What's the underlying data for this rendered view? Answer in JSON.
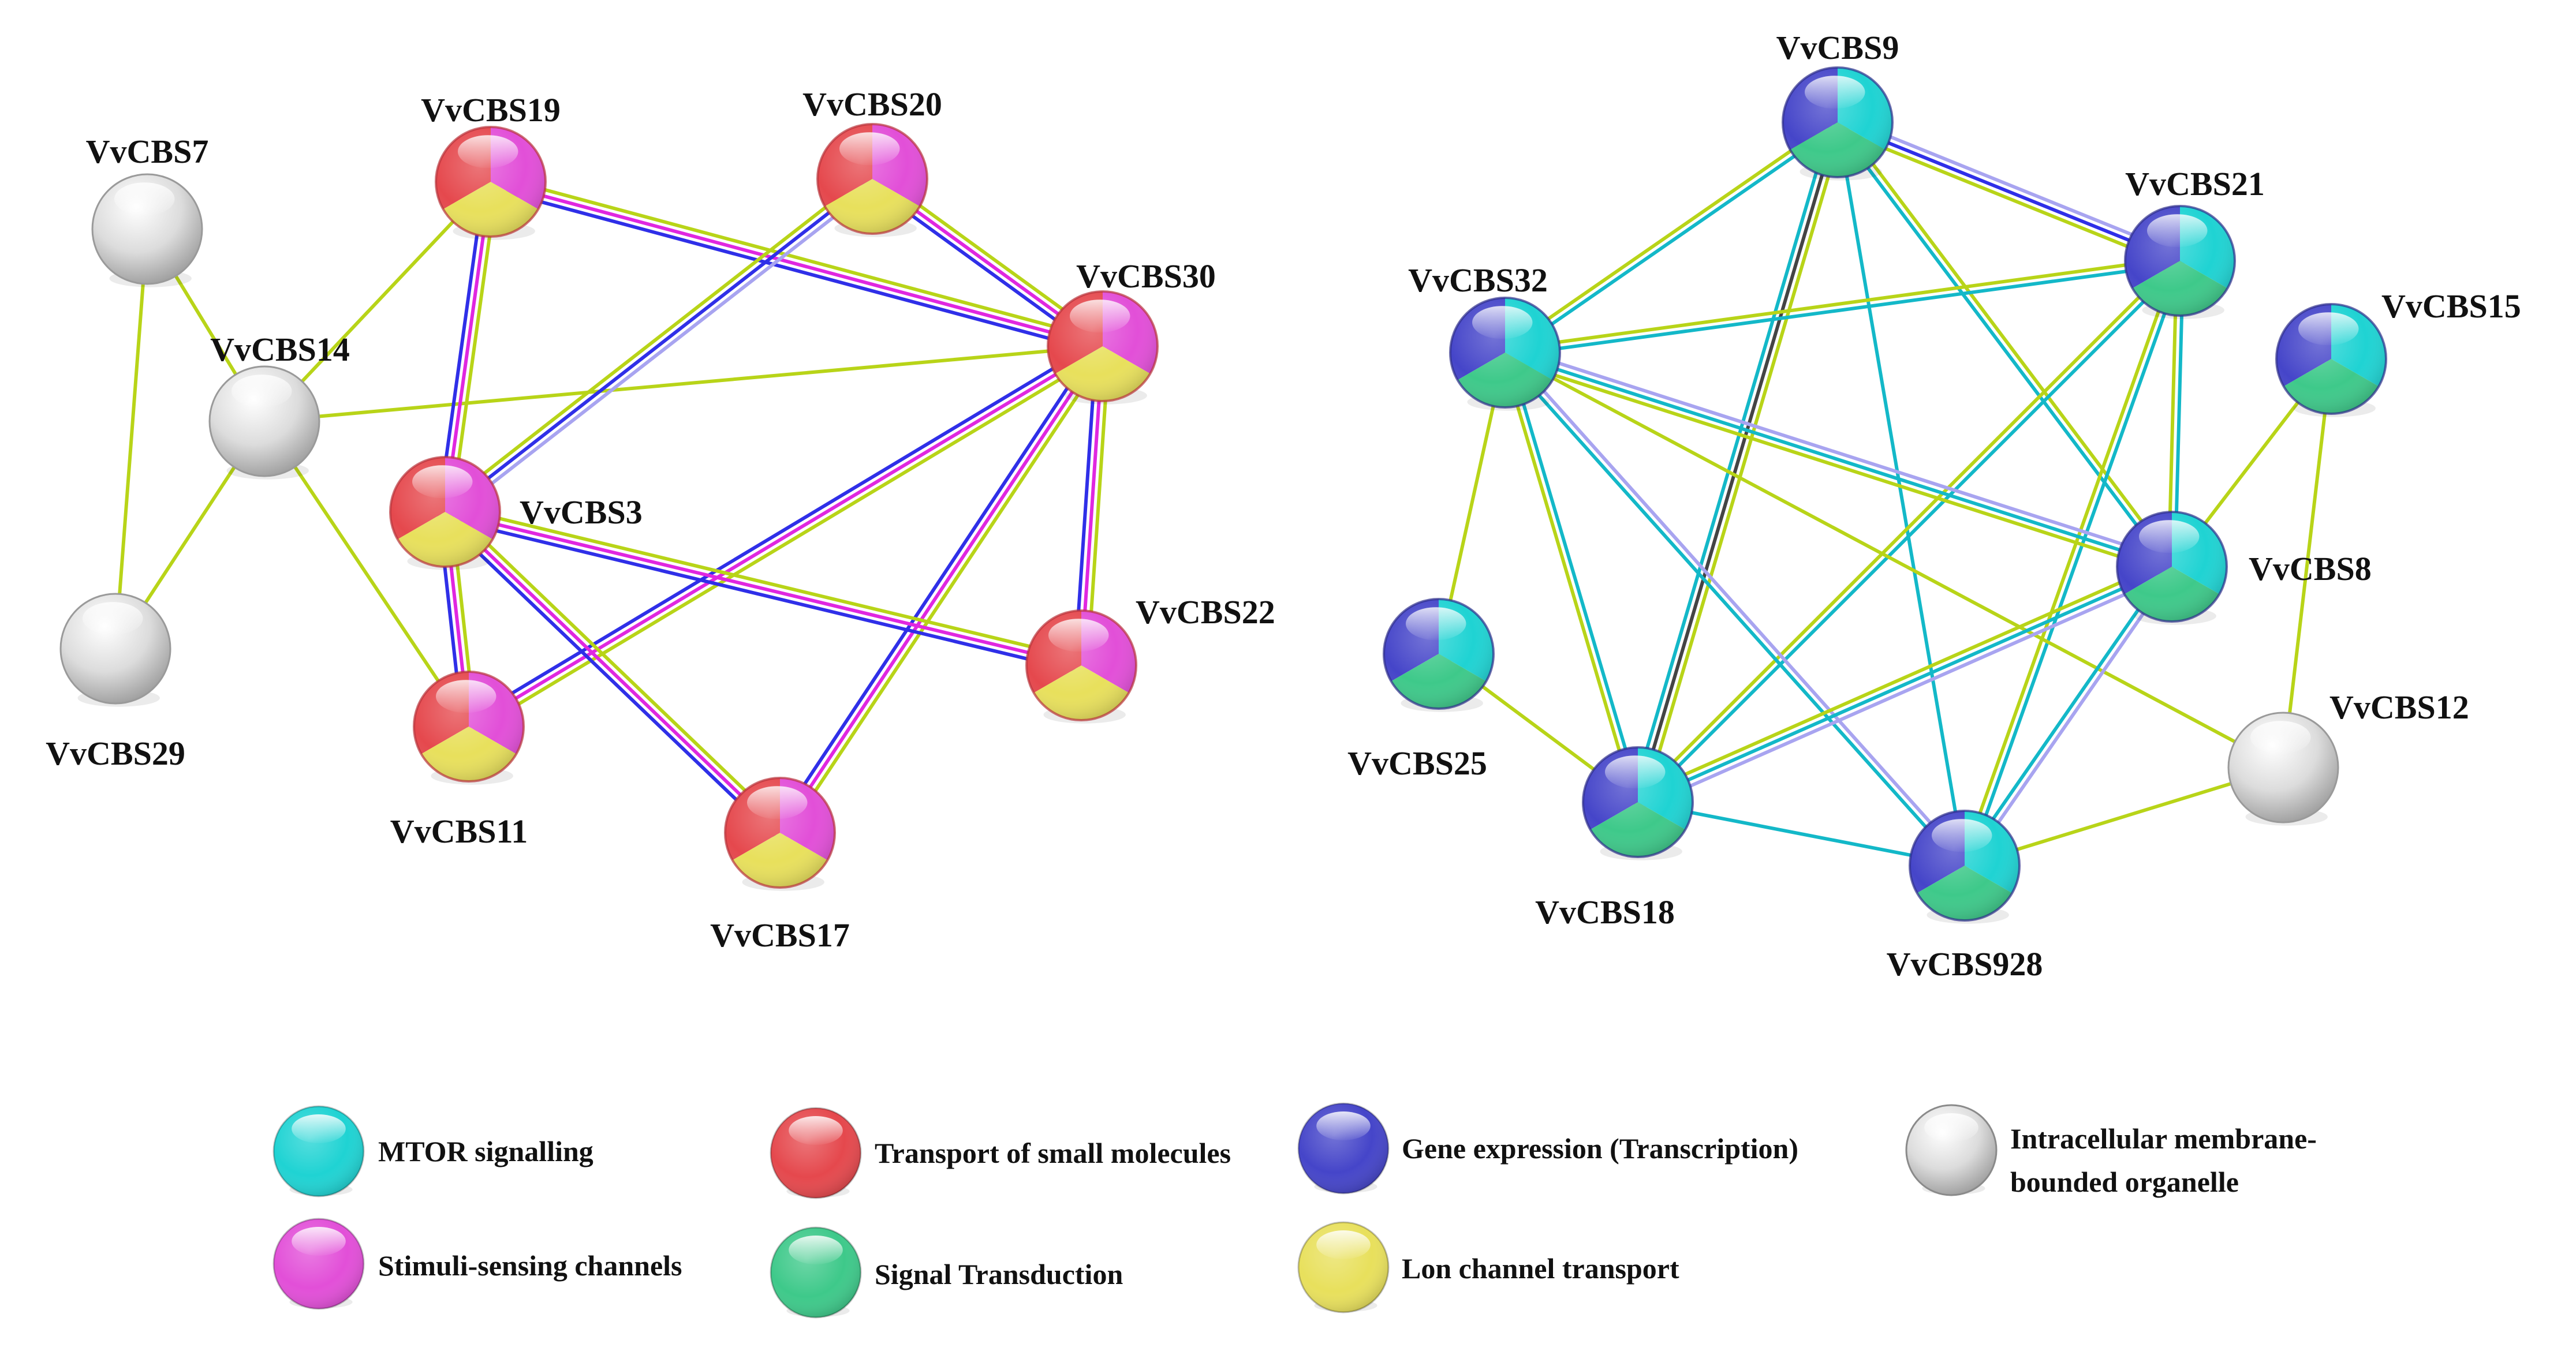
{
  "colors": {
    "mtor": "#1fd3d3",
    "transport": "#e5484d",
    "gene": "#4545c9",
    "organelle": "#d2d2d2",
    "stimuli": "#e24fd8",
    "signal": "#3ec98a",
    "ion": "#e8e05c",
    "edge_yellow_green": "#b8d418",
    "edge_blue": "#2f2fe8",
    "edge_magenta": "#e027e0",
    "edge_cyan": "#13b8c8",
    "edge_lavender": "#a8a4f0",
    "edge_dark": "#444444"
  },
  "network_left": {
    "nodes": [
      {
        "id": "VvCBS7",
        "label": "VvCBS7",
        "type": "gray"
      },
      {
        "id": "VvCBS19",
        "label": "VvCBS19",
        "type": "rmy"
      },
      {
        "id": "VvCBS20",
        "label": "VvCBS20",
        "type": "rmy"
      },
      {
        "id": "VvCBS14",
        "label": "VvCBS14",
        "type": "gray"
      },
      {
        "id": "VvCBS30",
        "label": "VvCBS30",
        "type": "rmy"
      },
      {
        "id": "VvCBS3",
        "label": "VvCBS3",
        "type": "rmy"
      },
      {
        "id": "VvCBS29",
        "label": "VvCBS29",
        "type": "gray"
      },
      {
        "id": "VvCBS22",
        "label": "VvCBS22",
        "type": "rmy"
      },
      {
        "id": "VvCBS11",
        "label": "VvCBS11",
        "type": "rmy"
      },
      {
        "id": "VvCBS17",
        "label": "VvCBS17",
        "type": "rmy"
      }
    ],
    "edges": [
      {
        "source": "VvCBS7",
        "target": "VvCBS14",
        "kinds": [
          "yellow_green"
        ]
      },
      {
        "source": "VvCBS7",
        "target": "VvCBS29",
        "kinds": [
          "yellow_green"
        ]
      },
      {
        "source": "VvCBS14",
        "target": "VvCBS29",
        "kinds": [
          "yellow_green"
        ]
      },
      {
        "source": "VvCBS14",
        "target": "VvCBS19",
        "kinds": [
          "yellow_green"
        ]
      },
      {
        "source": "VvCBS14",
        "target": "VvCBS30",
        "kinds": [
          "yellow_green"
        ]
      },
      {
        "source": "VvCBS14",
        "target": "VvCBS11",
        "kinds": [
          "yellow_green"
        ]
      },
      {
        "source": "VvCBS19",
        "target": "VvCBS3",
        "kinds": [
          "yellow_green",
          "magenta",
          "blue"
        ]
      },
      {
        "source": "VvCBS19",
        "target": "VvCBS30",
        "kinds": [
          "yellow_green",
          "magenta",
          "blue"
        ]
      },
      {
        "source": "VvCBS20",
        "target": "VvCBS30",
        "kinds": [
          "yellow_green",
          "magenta",
          "blue"
        ]
      },
      {
        "source": "VvCBS20",
        "target": "VvCBS3",
        "kinds": [
          "lavender",
          "blue",
          "yellow_green"
        ]
      },
      {
        "source": "VvCBS30",
        "target": "VvCBS11",
        "kinds": [
          "yellow_green",
          "magenta",
          "blue"
        ]
      },
      {
        "source": "VvCBS30",
        "target": "VvCBS17",
        "kinds": [
          "yellow_green",
          "magenta",
          "blue"
        ]
      },
      {
        "source": "VvCBS30",
        "target": "VvCBS22",
        "kinds": [
          "yellow_green",
          "magenta",
          "blue"
        ]
      },
      {
        "source": "VvCBS3",
        "target": "VvCBS22",
        "kinds": [
          "yellow_green",
          "magenta",
          "blue"
        ]
      },
      {
        "source": "VvCBS3",
        "target": "VvCBS11",
        "kinds": [
          "yellow_green",
          "magenta",
          "blue"
        ]
      },
      {
        "source": "VvCBS3",
        "target": "VvCBS17",
        "kinds": [
          "yellow_green",
          "magenta",
          "blue"
        ]
      }
    ]
  },
  "network_right": {
    "nodes": [
      {
        "id": "VvCBS9",
        "label": "VvCBS9",
        "type": "bcg"
      },
      {
        "id": "VvCBS21",
        "label": "VvCBS21",
        "type": "bcg"
      },
      {
        "id": "VvCBS32",
        "label": "VvCBS32",
        "type": "bcg"
      },
      {
        "id": "VvCBS15",
        "label": "VvCBS15",
        "type": "bcg"
      },
      {
        "id": "VvCBS8",
        "label": "VvCBS8",
        "type": "bcg"
      },
      {
        "id": "VvCBS25",
        "label": "VvCBS25",
        "type": "bcg"
      },
      {
        "id": "VvCBS12",
        "label": "VvCBS12",
        "type": "gray"
      },
      {
        "id": "VvCBS18",
        "label": "VvCBS18",
        "type": "bcg"
      },
      {
        "id": "VvCBS928",
        "label": "VvCBS928",
        "type": "bcg"
      }
    ],
    "edges": [
      {
        "source": "VvCBS9",
        "target": "VvCBS21",
        "kinds": [
          "lavender",
          "blue",
          "yellow_green"
        ]
      },
      {
        "source": "VvCBS9",
        "target": "VvCBS32",
        "kinds": [
          "cyan",
          "yellow_green"
        ]
      },
      {
        "source": "VvCBS9",
        "target": "VvCBS18",
        "kinds": [
          "yellow_green",
          "dark",
          "cyan"
        ]
      },
      {
        "source": "VvCBS9",
        "target": "VvCBS928",
        "kinds": [
          "cyan"
        ]
      },
      {
        "source": "VvCBS9",
        "target": "VvCBS8",
        "kinds": [
          "yellow_green",
          "cyan"
        ]
      },
      {
        "source": "VvCBS21",
        "target": "VvCBS32",
        "kinds": [
          "cyan",
          "yellow_green"
        ]
      },
      {
        "source": "VvCBS21",
        "target": "VvCBS18",
        "kinds": [
          "cyan",
          "yellow_green"
        ]
      },
      {
        "source": "VvCBS21",
        "target": "VvCBS928",
        "kinds": [
          "cyan",
          "yellow_green"
        ]
      },
      {
        "source": "VvCBS21",
        "target": "VvCBS8",
        "kinds": [
          "cyan",
          "yellow_green"
        ]
      },
      {
        "source": "VvCBS32",
        "target": "VvCBS8",
        "kinds": [
          "lavender",
          "cyan",
          "yellow_green"
        ]
      },
      {
        "source": "VvCBS32",
        "target": "VvCBS25",
        "kinds": [
          "yellow_green"
        ]
      },
      {
        "source": "VvCBS32",
        "target": "VvCBS18",
        "kinds": [
          "cyan",
          "yellow_green"
        ]
      },
      {
        "source": "VvCBS32",
        "target": "VvCBS928",
        "kinds": [
          "lavender",
          "cyan"
        ]
      },
      {
        "source": "VvCBS32",
        "target": "VvCBS12",
        "kinds": [
          "yellow_green"
        ]
      },
      {
        "source": "VvCBS8",
        "target": "VvCBS18",
        "kinds": [
          "lavender",
          "cyan",
          "yellow_green"
        ]
      },
      {
        "source": "VvCBS8",
        "target": "VvCBS928",
        "kinds": [
          "lavender",
          "cyan"
        ]
      },
      {
        "source": "VvCBS8",
        "target": "VvCBS15",
        "kinds": [
          "yellow_green"
        ]
      },
      {
        "source": "VvCBS15",
        "target": "VvCBS12",
        "kinds": [
          "yellow_green"
        ]
      },
      {
        "source": "VvCBS25",
        "target": "VvCBS18",
        "kinds": [
          "yellow_green"
        ]
      },
      {
        "source": "VvCBS18",
        "target": "VvCBS928",
        "kinds": [
          "cyan"
        ]
      },
      {
        "source": "VvCBS928",
        "target": "VvCBS12",
        "kinds": [
          "yellow_green"
        ]
      }
    ]
  },
  "legend": [
    {
      "key": "mtor",
      "label": "MTOR signalling",
      "color": "#1fd3d3"
    },
    {
      "key": "transport",
      "label": "Transport of small molecules",
      "color": "#e5484d"
    },
    {
      "key": "gene",
      "label": "Gene expression (Transcription)",
      "color": "#4545c9"
    },
    {
      "key": "organelle",
      "label_line1": "Intracellular membrane-",
      "label_line2": "bounded organelle",
      "color": "#d2d2d2"
    },
    {
      "key": "stimuli",
      "label": "Stimuli-sensing channels",
      "color": "#e24fd8"
    },
    {
      "key": "signal",
      "label": "Signal Transduction",
      "color": "#3ec98a"
    },
    {
      "key": "ion",
      "label": "Lon channel transport",
      "color": "#e8e05c"
    }
  ]
}
